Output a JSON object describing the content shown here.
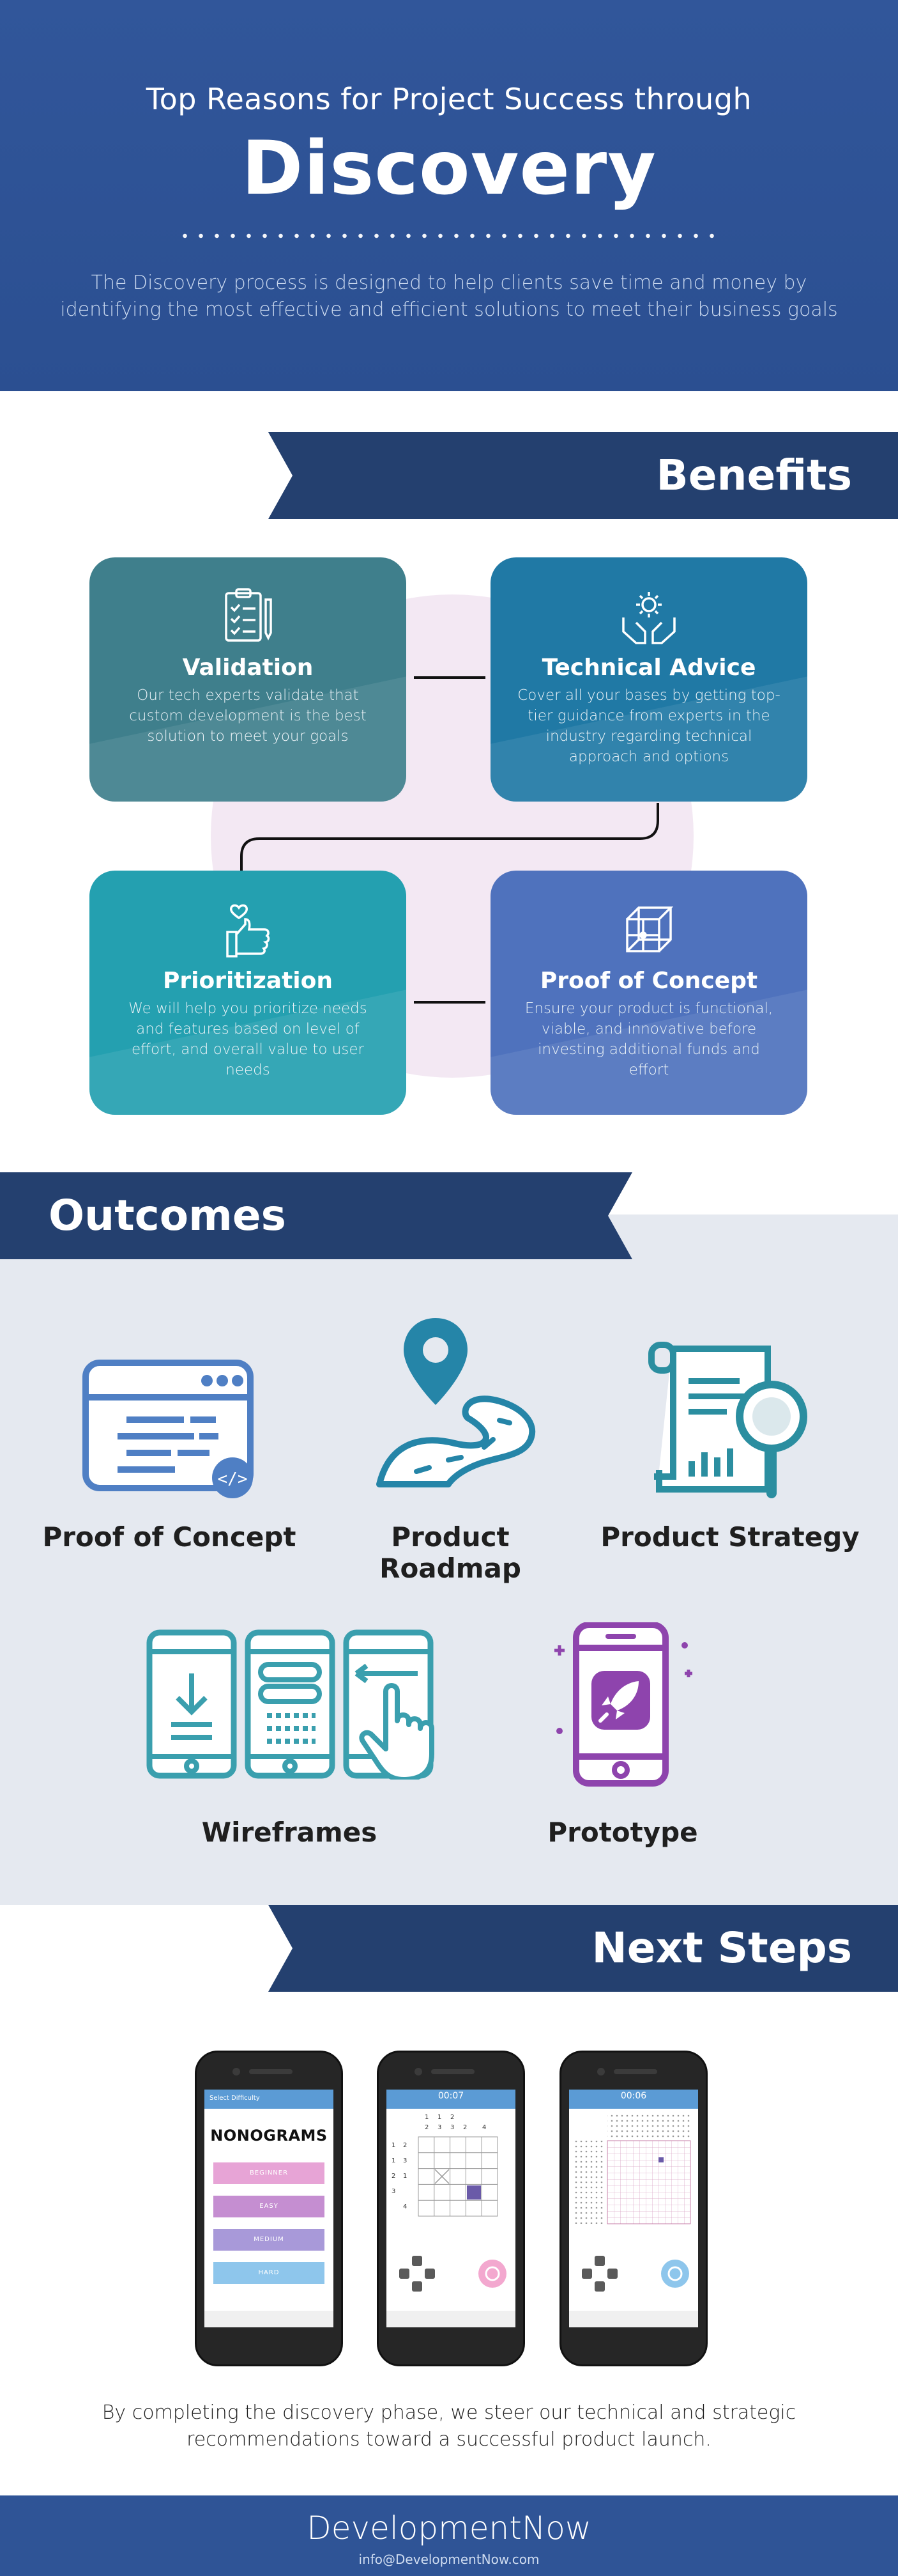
{
  "header": {
    "title_top": "Top Reasons for Project Success through",
    "title_main": "Discovery",
    "subtitle": "The Discovery process is designed to help clients save time and money by identifying the most effective and efficient solutions to meet their business goals"
  },
  "benefits": {
    "heading": "Benefits",
    "cards": [
      {
        "title": "Validation",
        "text": "Our tech experts validate that custom development is the best solution to meet your goals",
        "icon": "clipboard-checklist-icon",
        "color": "#3f7f8c"
      },
      {
        "title": "Technical Advice",
        "text": "Cover all your bases by getting top-tier guidance from experts in the industry regarding technical approach and options",
        "icon": "hands-gear-icon",
        "color": "#2079a5"
      },
      {
        "title": "Prioritization",
        "text": "We will help you prioritize needs and features based on level of effort, and overall value to user needs",
        "icon": "thumbs-up-heart-icon",
        "color": "#24a0b0"
      },
      {
        "title": "Proof of Concept",
        "text": "Ensure your product is functional, viable, and innovative before investing additional funds and effort",
        "icon": "cube-icon",
        "color": "#4f72bd"
      }
    ]
  },
  "outcomes": {
    "heading": "Outcomes",
    "items": [
      {
        "label": "Proof of Concept",
        "icon": "browser-code-icon"
      },
      {
        "label": "Product Roadmap",
        "icon": "road-pin-icon"
      },
      {
        "label": "Product Strategy",
        "icon": "document-magnifier-icon"
      },
      {
        "label": "Wireframes",
        "icon": "phone-wireframes-icon"
      },
      {
        "label": "Prototype",
        "icon": "phone-rocket-icon"
      }
    ]
  },
  "next_steps": {
    "heading": "Next Steps",
    "phone1": {
      "header": "Select Difficulty",
      "title": "NONOGRAMS",
      "buttons": [
        "BEGINNER",
        "EASY",
        "MEDIUM",
        "HARD"
      ]
    },
    "phone2": {
      "timer": "00:07"
    },
    "phone3": {
      "timer": "00:06"
    },
    "closing": "By completing the discovery phase, we steer our technical and strategic recommendations toward a successful product launch."
  },
  "footer": {
    "brand": "DevelopmentNow",
    "email": "info@DevelopmentNow.com"
  },
  "colors": {
    "header_bg": "#2f5496",
    "ribbon": "#24406f",
    "outcomes_bg": "#e5e9f0",
    "icon_blue": "#4f7fc4",
    "icon_teal": "#3a9fae",
    "icon_purple": "#8e44ad"
  }
}
